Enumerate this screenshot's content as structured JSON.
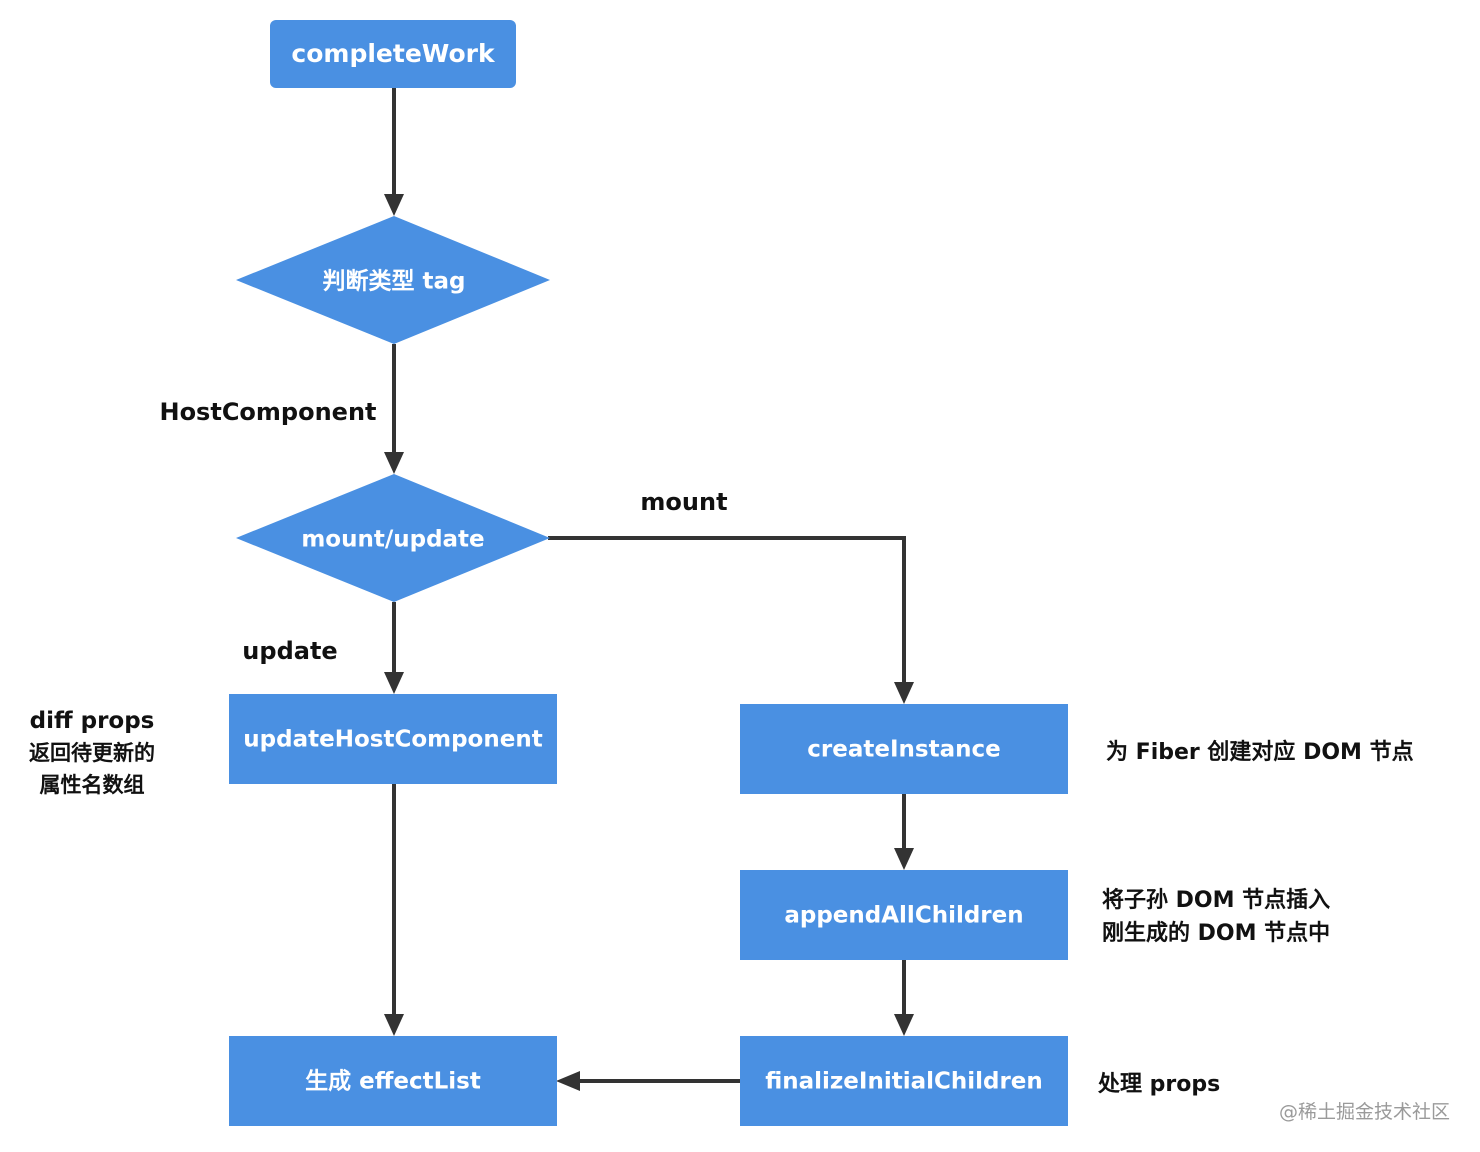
{
  "colors": {
    "node_fill": "#4A90E2",
    "edge": "#333333",
    "text": "#111111",
    "watermark": "#9a9a9a"
  },
  "nodes": {
    "complete_work": "completeWork",
    "judge_tag": "判断类型 tag",
    "mount_update": "mount/update",
    "update_host_component": "updateHostComponent",
    "create_instance": "createInstance",
    "append_all_children": "appendAllChildren",
    "finalize_initial_children": "finalizeInitialChildren",
    "effect_list": "生成 effectList"
  },
  "edge_labels": {
    "host_component": "HostComponent",
    "mount": "mount",
    "update": "update"
  },
  "notes": {
    "diff_props": [
      "diff props",
      "返回待更新的",
      "属性名数组"
    ],
    "create_instance": "为 Fiber 创建对应 DOM 节点",
    "append_children": [
      "将子孙 DOM 节点插入",
      "刚生成的 DOM 节点中"
    ],
    "finalize": "处理 props"
  },
  "watermark": "@稀土掘金技术社区"
}
